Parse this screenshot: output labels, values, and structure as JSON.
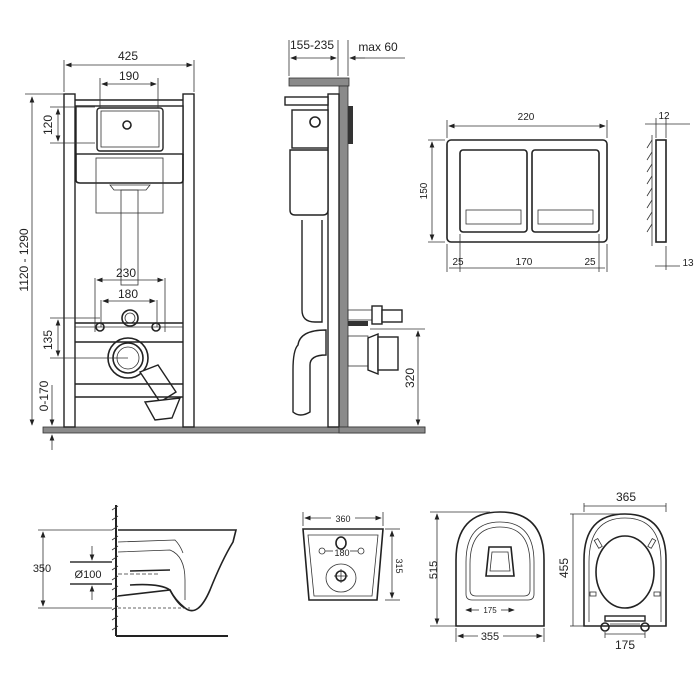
{
  "front_view": {
    "width": "425",
    "plate_width": "190",
    "height_range": "1120 - 1290",
    "plate_height": "120",
    "fixing_outer": "230",
    "fixing_inner": "180",
    "drain_offset": "135",
    "leg_adjust": "0-170"
  },
  "side_view": {
    "depth": "155-235",
    "wall_max": "max 60",
    "drain_height": "320"
  },
  "flush_plate": {
    "width": "220",
    "height": "150",
    "margin_left": "25",
    "button_span": "170",
    "margin_right": "25",
    "thickness": "12",
    "offset": "13"
  },
  "bowl_side": {
    "height": "350",
    "outlet_diameter": "Ø100"
  },
  "bowl_back": {
    "width": "360",
    "height": "315",
    "bolt_spacing": "180"
  },
  "bowl_top": {
    "length": "515",
    "bolt_spacing": "175",
    "width": "355"
  },
  "seat": {
    "width": "365",
    "length": "455",
    "hinge_spacing": "175"
  }
}
